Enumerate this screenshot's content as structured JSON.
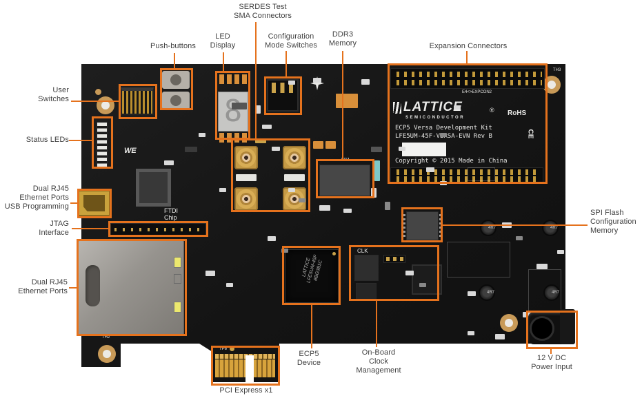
{
  "colors": {
    "accent": "#e5721d",
    "label_text": "#3f3f3f",
    "board": "#171717",
    "background": "#ffffff"
  },
  "callouts": {
    "user_switches": {
      "label": "User\nSwitches"
    },
    "status_leds": {
      "label": "Status LEDs"
    },
    "usb_programming": {
      "label": "Dual RJ45\nEthernet Ports\nUSB Programming"
    },
    "jtag": {
      "label": "JTAG\nInterface"
    },
    "ethernet": {
      "label": "Dual RJ45\nEthernet Ports"
    },
    "push_buttons": {
      "label": "Push-buttons"
    },
    "led_display": {
      "label": "LED\nDisplay"
    },
    "serdes": {
      "label": "SERDES Test\nSMA Connectors"
    },
    "config_switches": {
      "label": "Configuration\nMode Switches"
    },
    "ddr3": {
      "label": "DDR3\nMemory"
    },
    "expansion": {
      "label": "Expansion Connectors"
    },
    "spi_flash": {
      "label": "SPI Flash\nConfiguration\nMemory"
    },
    "ecp5": {
      "label": "ECP5\nDevice"
    },
    "clock": {
      "label": "On-Board\nClock\nManagement"
    },
    "power": {
      "label": "12 V DC\nPower Input"
    },
    "pcie": {
      "label": "PCI Express x1"
    }
  },
  "board": {
    "brand": "LATTICE",
    "brand_sub": "SEMICONDUCTOR",
    "registered": "®",
    "rohs": "RoHS",
    "ce": "CE",
    "kit_name": "ECP5 Versa Development Kit",
    "part_number": "LFE5UM-45F-VERSA-EVN Rev B",
    "copyright": "Copyright © 2015 Made in China",
    "expcon_label": "E4<>EXPCON2",
    "ddr3_ref": "U11",
    "ftdi_label": "FTDI\nChip",
    "clk_label": "CLK",
    "tp6": "TP6",
    "th2": "TH2",
    "th3": "TH3",
    "we_logo": "WE",
    "inductor_label": "4R7",
    "ecp5_marking": "LATTICE\nLFE5UM-45F\n8BG381C"
  }
}
